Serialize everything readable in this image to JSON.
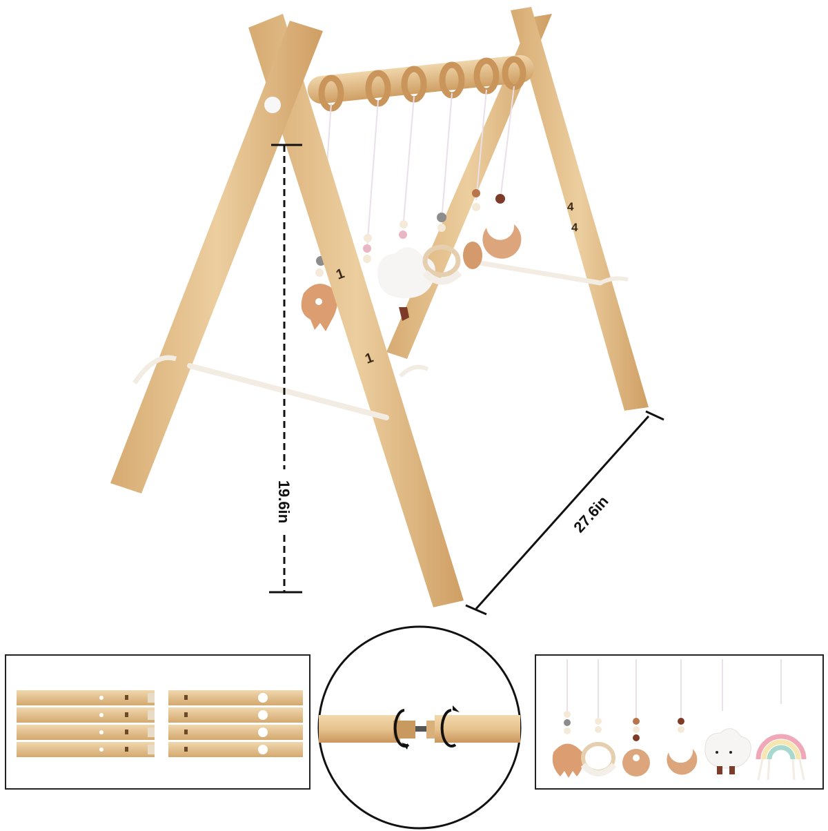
{
  "image": {
    "subject": "wooden-baby-play-gym",
    "colors": {
      "wood_light": "#e8c797",
      "wood_mid": "#d9b07a",
      "wood_dark": "#b98a52",
      "rope": "#f2ece2",
      "teether": "#e1a57a",
      "outline": "#111111"
    }
  },
  "dimensions": {
    "height_label": "19.6in",
    "length_label": "27.6in"
  },
  "leg_numbers": {
    "front": "1",
    "back": "4"
  },
  "detail_panels": {
    "parts_label_icon": "leg-pieces",
    "connector_icon": "rotate-arrows-icon",
    "toys_icon": "hanging-toys"
  }
}
